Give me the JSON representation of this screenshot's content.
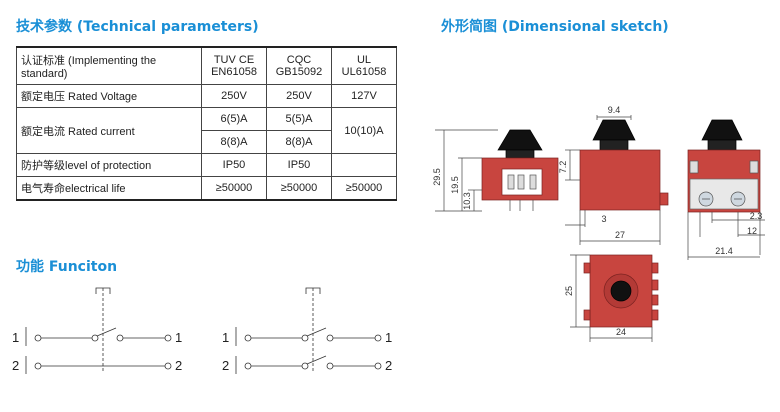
{
  "headings": {
    "technical": "技术参数 (Technical parameters)",
    "dimensional": "外形简图 (Dimensional sketch)",
    "function": "功能 Funciton"
  },
  "table": {
    "rows": [
      {
        "label": "认证标准 (Implementing the standard)",
        "tuv": "TUV  CE\nEN61058",
        "cqc": "CQC\nGB15092",
        "ul": "UL\nUL61058"
      },
      {
        "label": "额定电压 Rated Voltage",
        "tuv": "250V",
        "cqc": "250V",
        "ul": "127V"
      },
      {
        "label": "额定电流 Rated current",
        "tuv": "6(5)A",
        "cqc": "5(5)A",
        "ul": "10(10)A"
      },
      {
        "label": "",
        "tuv": "8(8)A",
        "cqc": "8(8)A",
        "ul": ""
      },
      {
        "label": "防护等级level of protection",
        "tuv": "IP50",
        "cqc": "IP50",
        "ul": ""
      },
      {
        "label": "电气寿命electrical life",
        "tuv": "≥50000",
        "cqc": "≥50000",
        "ul": "≥50000"
      }
    ]
  },
  "dimensions": {
    "side_height_total": "29.5",
    "side_height_body": "19.5",
    "side_height_base": "10.3",
    "front_top_width": "9.4",
    "front_offset": "7.2",
    "front_bottom_offset": "3",
    "front_width": "27",
    "rear_pin_spacing": "2.3",
    "rear_offset": "12",
    "rear_width": "21.4",
    "bottom_height": "25",
    "bottom_width": "24"
  },
  "function": {
    "left": {
      "pole1_left": "1",
      "pole1_right": "1",
      "pole2_left": "2",
      "pole2_right": "2"
    },
    "right": {
      "pole1_left": "1",
      "pole1_right": "1",
      "pole2_left": "2",
      "pole2_right": "2"
    }
  },
  "colors": {
    "accent": "#1a8fd6",
    "body": "#c8453f",
    "knob": "#111111"
  }
}
